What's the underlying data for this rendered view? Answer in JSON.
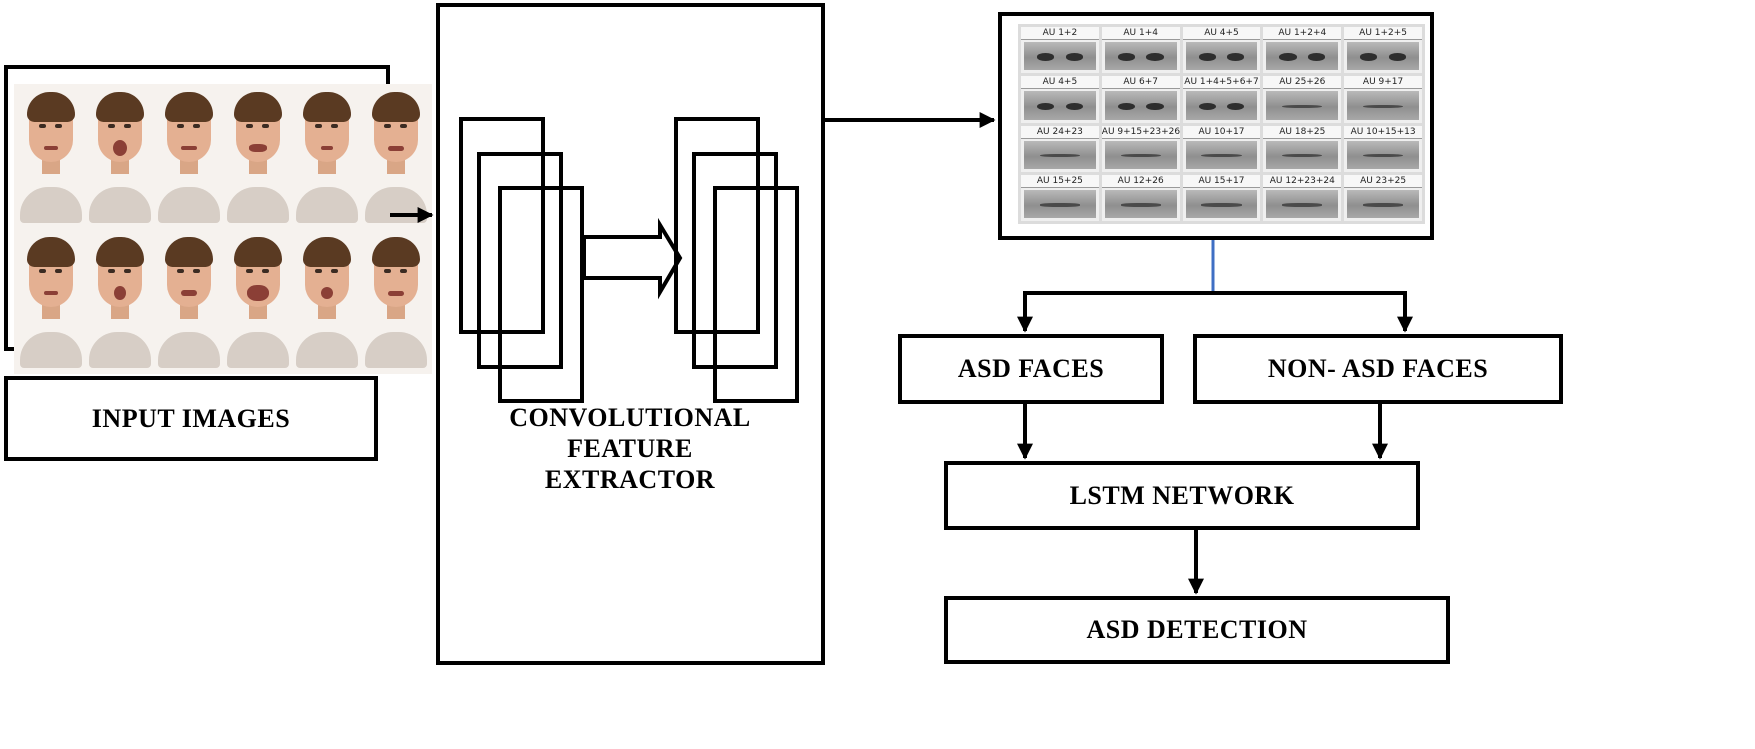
{
  "input_images": {
    "label": "INPUT IMAGES"
  },
  "extractor": {
    "label_lines": [
      "CONVOLUTIONAL",
      "FEATURE",
      "EXTRACTOR"
    ]
  },
  "facial_action_units": {
    "captions": [
      [
        "AU 1+2",
        "AU 1+4",
        "AU 4+5",
        "AU 1+2+4",
        "AU 1+2+5"
      ],
      [
        "AU 4+5",
        "AU 6+7",
        "AU 1+4+5+6+7",
        "AU 25+26",
        "AU 9+17"
      ],
      [
        "AU 24+23",
        "AU 9+15+23+26",
        "AU 10+17",
        "AU 18+25",
        "AU 10+15+13"
      ],
      [
        "AU 15+25",
        "AU 12+26",
        "AU 15+17",
        "AU 12+23+24",
        "AU 23+25"
      ]
    ]
  },
  "classes": {
    "asd": "ASD FACES",
    "non_asd": "NON- ASD FACES"
  },
  "lstm": {
    "label": "LSTM NETWORK"
  },
  "output": {
    "label": "ASD DETECTION"
  }
}
